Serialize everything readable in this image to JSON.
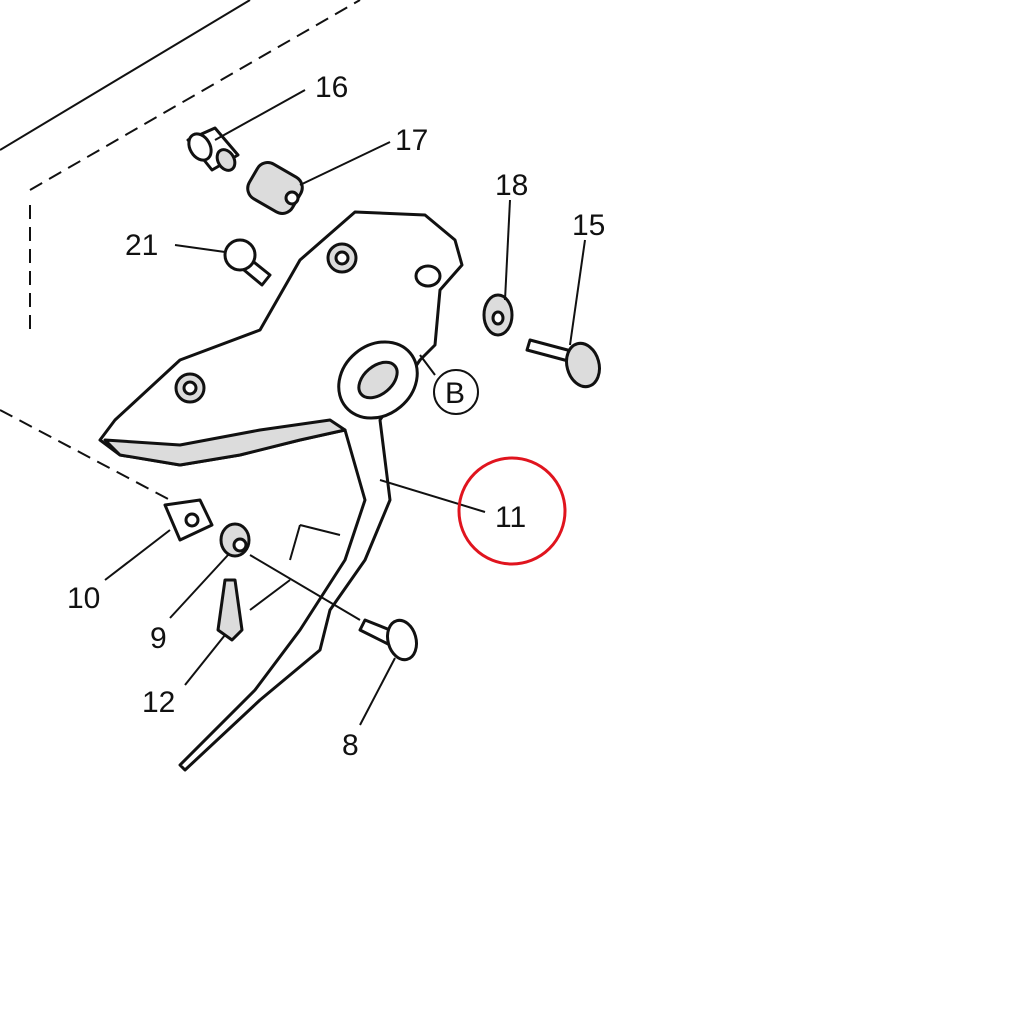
{
  "diagram": {
    "labels": {
      "p16": "16",
      "p17": "17",
      "p18": "18",
      "p15": "15",
      "p21": "21",
      "ref_b": "B",
      "p11": "11",
      "p10": "10",
      "p9": "9",
      "p12": "12",
      "p8": "8"
    },
    "highlighted_part": "11",
    "highlight_color": "#e0141e"
  }
}
